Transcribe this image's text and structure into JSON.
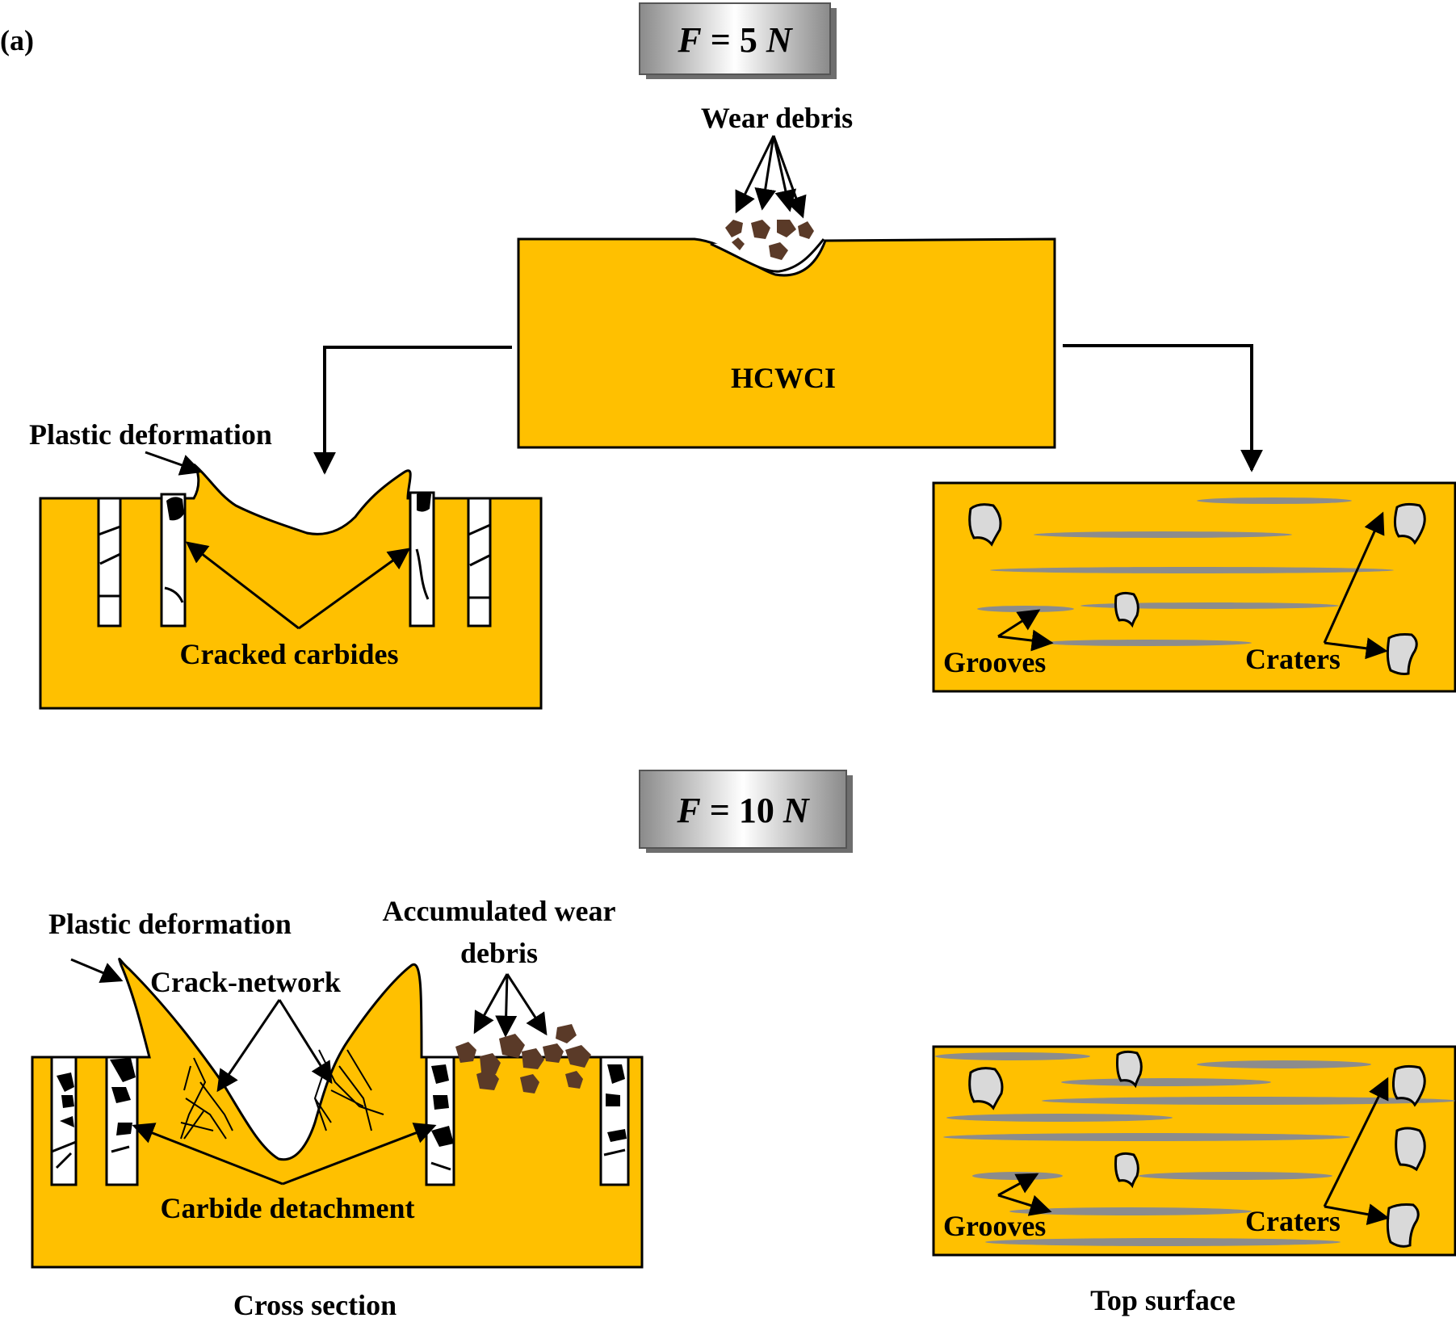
{
  "panel_label": "(a)",
  "header_low": {
    "label": "F = 5 N",
    "symbol": "F",
    "eq": " = 5 ",
    "unit": "N"
  },
  "header_high": {
    "label": "F = 10 N",
    "symbol": "F",
    "eq": " = 10 ",
    "unit": "N"
  },
  "wear_debris": "Wear debris",
  "material": "HCWCI",
  "low_load_cross": {
    "plastic": "Plastic deformation",
    "carbides": "Cracked carbides"
  },
  "low_load_top": {
    "grooves": "Grooves",
    "craters": "Craters"
  },
  "high_load_cross": {
    "plastic": "Plastic deformation",
    "crack_network": "Crack-network",
    "accumulated_line1": "Accumulated wear",
    "accumulated_line2": "debris",
    "detachment": "Carbide detachment"
  },
  "high_load_top": {
    "grooves": "Grooves",
    "craters": "Craters"
  },
  "footer": {
    "cross_section": "Cross section",
    "top_surface": "Top surface"
  },
  "colors": {
    "substrate": "#FFC000",
    "debris": "#5A3A28",
    "groove": "#8C8C8C",
    "crater": "#D9D9D9",
    "carbide": "#FFFFFF",
    "header_gradient": [
      "#8A8A8A",
      "#FFFFFF"
    ]
  }
}
